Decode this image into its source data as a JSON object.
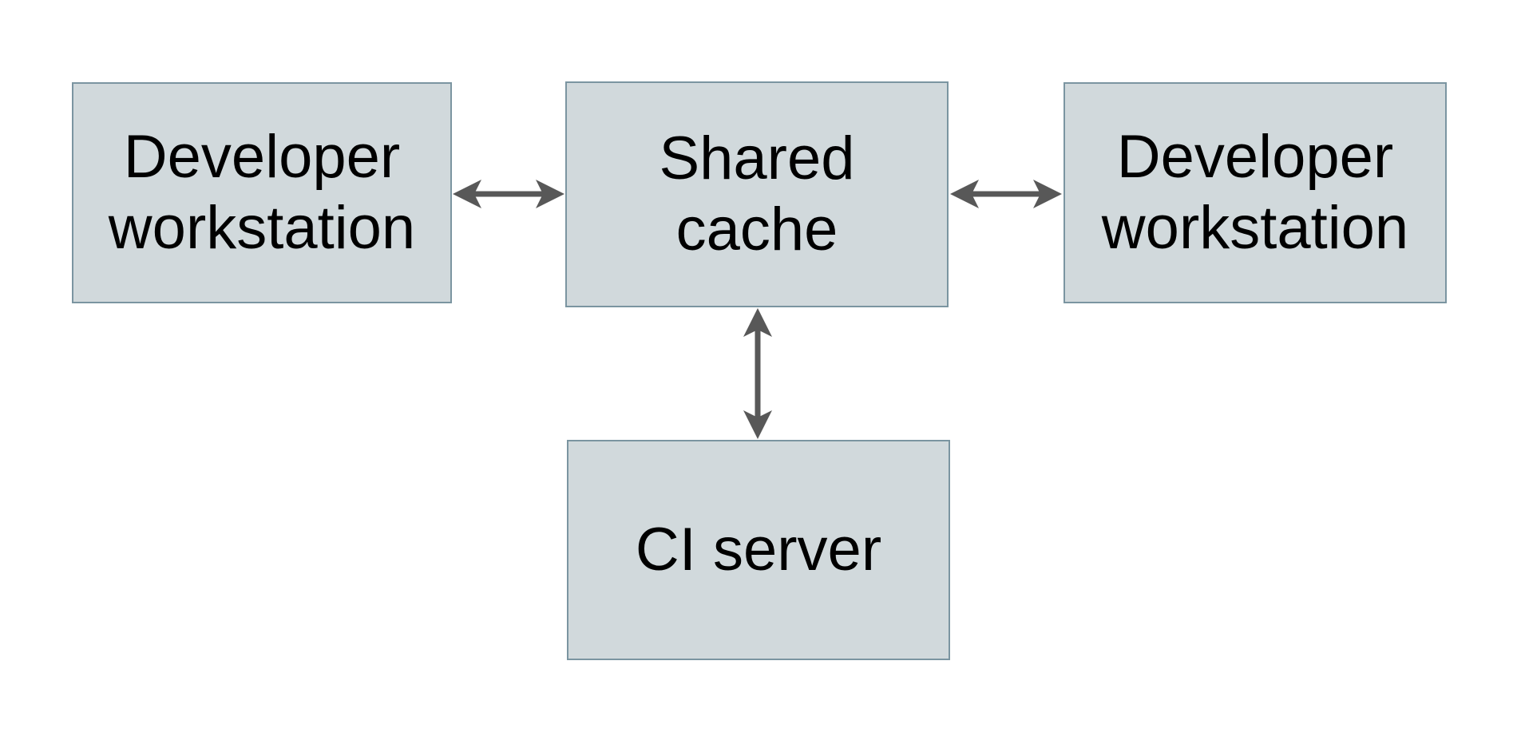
{
  "diagram": {
    "title": "Shared cache architecture diagram",
    "colors": {
      "background": "#ffffff",
      "node_fill": "#d1d9dc",
      "node_border": "#7b95a1",
      "arrow": "#585858",
      "text": "#000000"
    },
    "nodes": [
      {
        "id": "developer-workstation-left",
        "label": "Developer workstation"
      },
      {
        "id": "shared-cache",
        "label": "Shared cache"
      },
      {
        "id": "developer-workstation-right",
        "label": "Developer workstation"
      },
      {
        "id": "ci-server",
        "label": "CI server"
      }
    ],
    "edges": [
      {
        "from": "developer-workstation-left",
        "to": "shared-cache",
        "type": "bidirectional-arrow",
        "orientation": "horizontal"
      },
      {
        "from": "shared-cache",
        "to": "developer-workstation-right",
        "type": "bidirectional-arrow",
        "orientation": "horizontal"
      },
      {
        "from": "shared-cache",
        "to": "ci-server",
        "type": "bidirectional-arrow",
        "orientation": "vertical"
      }
    ]
  }
}
